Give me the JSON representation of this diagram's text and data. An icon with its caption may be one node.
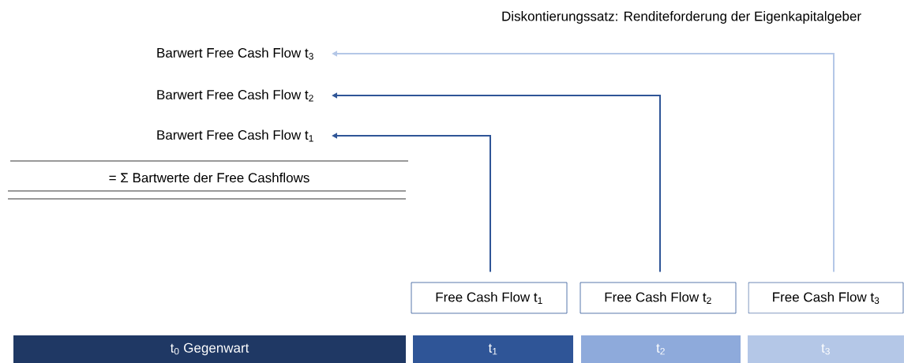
{
  "diagram": {
    "title": "Diskontierungssatz: Renditeforderung der Eigenkapitalgeber",
    "nodes": [
      {
        "text": [
          "Barwert Free Cash Flow t$_{3}$"
        ]
      },
      {
        "text": [
          "Barwert Free Cash Flow t$_{2}$"
        ]
      },
      {
        "text": [
          "Barwert Free Cash Flow t$_{1}$"
        ]
      },
      {
        "text": [
          "Free Cash Flow t$_{1}$"
        ]
      },
      {
        "text": [
          "Free Cash Flow t$_{2}$"
        ]
      },
      {
        "text": [
          "Free Cash Flow t$_{3}$"
        ]
      },
      {
        "text": [
          "t$_{0}$  Gegenwart"
        ]
      },
      {
        "text": [
          "t$_{1}$"
        ]
      },
      {
        "text": [
          "t$_{2}$"
        ]
      },
      {
        "text": [
          "t$_{3}$"
        ]
      }
    ],
    "edges": [
      {
        "from": 3,
        "to": 2,
        "arrow": "to"
      },
      {
        "from": 4,
        "to": 1,
        "arrow": "to"
      },
      {
        "from": 5,
        "to": 0,
        "arrow": "to",
        "color": "#b4c7e7"
      }
    ],
    "labels": [
      "= Σ Bartwerte der Free Cashflows"
    ]
  }
}
